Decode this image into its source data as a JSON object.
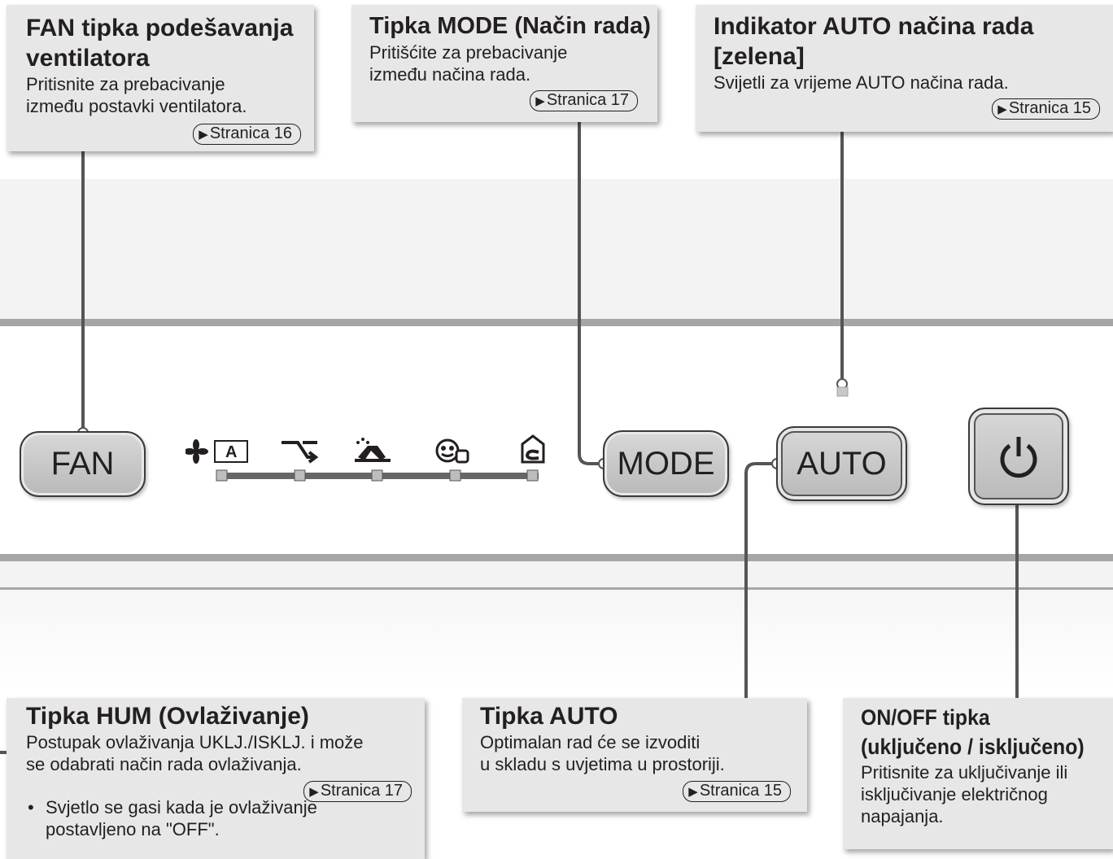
{
  "callouts": {
    "fan": {
      "title_line1": "FAN tipka podešavanja",
      "title_line2": "ventilatora",
      "desc_line1": "Pritisnite za prebacivanje",
      "desc_line2": "između postavki ventilatora.",
      "ref": "Stranica 16"
    },
    "mode": {
      "title": "Tipka MODE (Način rada)",
      "desc_line1": "Pritišćite za prebacivanje",
      "desc_line2": "između načina rada.",
      "ref": "Stranica 17"
    },
    "auto_indicator": {
      "title_line1": "Indikator AUTO načina rada",
      "title_line2": "[zelena]",
      "desc": "Svijetli za vrijeme AUTO načina rada.",
      "ref": "Stranica 15"
    },
    "hum": {
      "title": "Tipka HUM (Ovlaživanje)",
      "desc_line1": "Postupak ovlaživanja UKLJ./ISKLJ. i može",
      "desc_line2": "se odabrati način rada ovlaživanja.",
      "ref": "Stranica 17",
      "bullet_line1": "Svjetlo se gasi kada je ovlaživanje",
      "bullet_line2": "postavljeno na \"OFF\"."
    },
    "auto_button": {
      "title": "Tipka AUTO",
      "desc_line1": "Optimalan rad će se izvoditi",
      "desc_line2": "u skladu s uvjetima u prostoriji.",
      "ref": "Stranica 15"
    },
    "onoff": {
      "title_line1": "ON/OFF tipka",
      "title_line2": "(uključeno / isključeno)",
      "desc_line1": "Pritisnite za uključivanje ili",
      "desc_line2": "isključivanje električnog",
      "desc_line3": "napajanja."
    }
  },
  "panel": {
    "fan_button_label": "FAN",
    "mode_button_label": "MODE",
    "auto_button_label": "AUTO",
    "fan_auto_glyph": "A",
    "fan_speed_icons": [
      "fan-auto-icon",
      "fan-quiet-icon",
      "fan-turbo-icon",
      "fan-eco-icon",
      "fan-return-icon"
    ],
    "power_icon": "power-icon"
  },
  "colors": {
    "callout_bg": "#e7e7e7",
    "button_face": "#c8c8c8",
    "leader": "#555555",
    "panel_band": "#f3f3f3",
    "panel_stripe": "#a6a6a6"
  }
}
